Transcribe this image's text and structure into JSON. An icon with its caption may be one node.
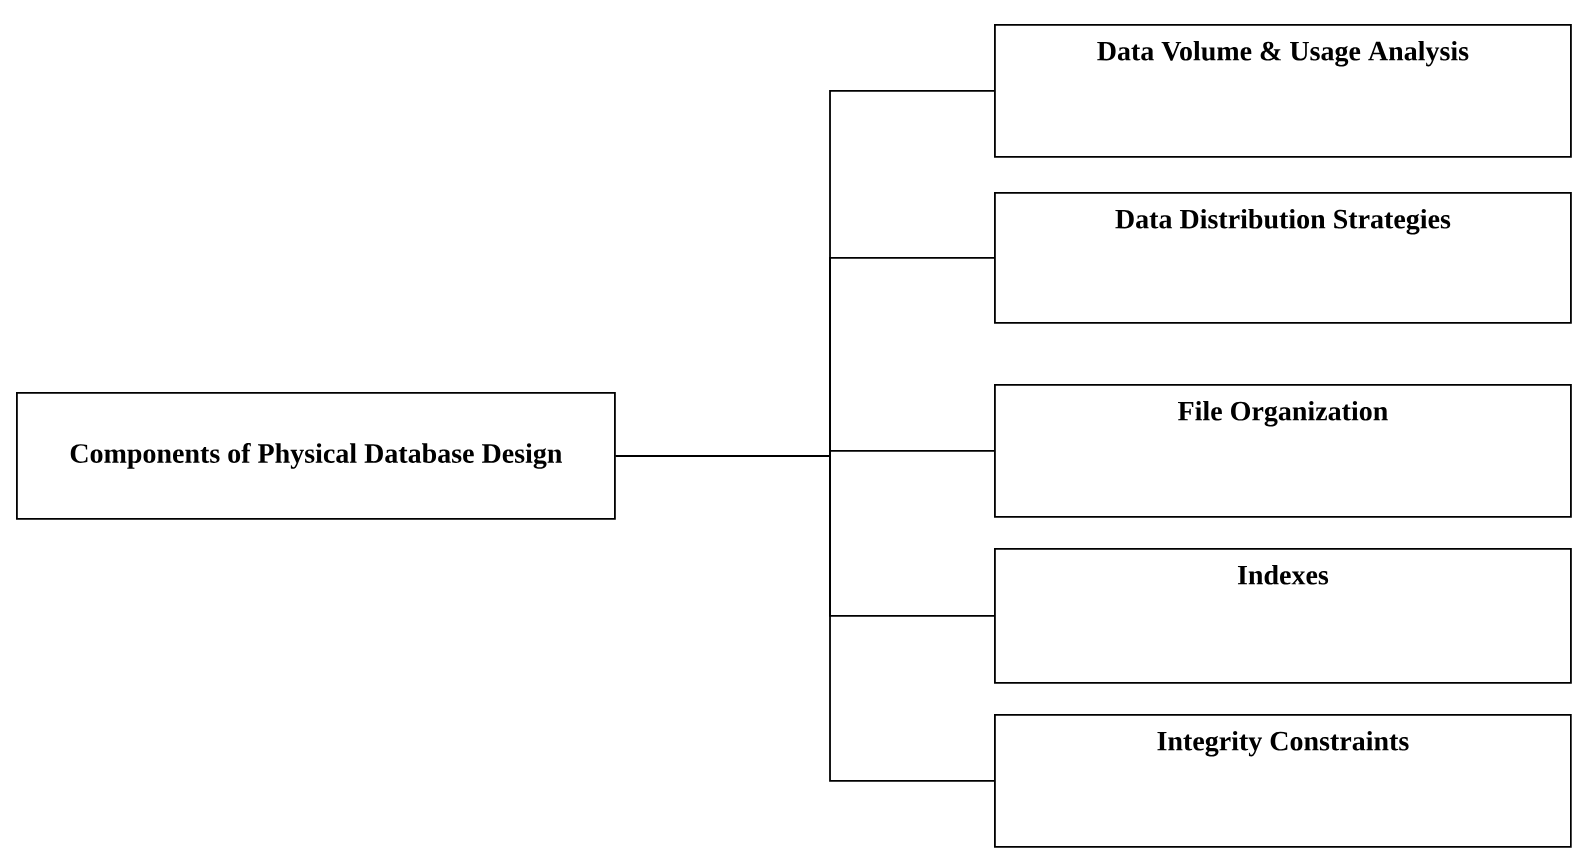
{
  "diagram": {
    "nodes": [
      {
        "text": [
          "Components of Physical Database Design"
        ]
      },
      {
        "text": [
          "Data Volume & Usage Analysis"
        ]
      },
      {
        "text": [
          "Data Distribution Strategies"
        ]
      },
      {
        "text": [
          "File Organization"
        ]
      },
      {
        "text": [
          "Indexes"
        ]
      },
      {
        "text": [
          "Integrity Constraints"
        ]
      }
    ],
    "edges": [
      {
        "from": 0,
        "to": 1,
        "arrow": "none"
      },
      {
        "from": 0,
        "to": 2,
        "arrow": "none"
      },
      {
        "from": 0,
        "to": 3,
        "arrow": "none"
      },
      {
        "from": 0,
        "to": 4,
        "arrow": "none"
      },
      {
        "from": 0,
        "to": 5,
        "arrow": "none"
      }
    ]
  }
}
